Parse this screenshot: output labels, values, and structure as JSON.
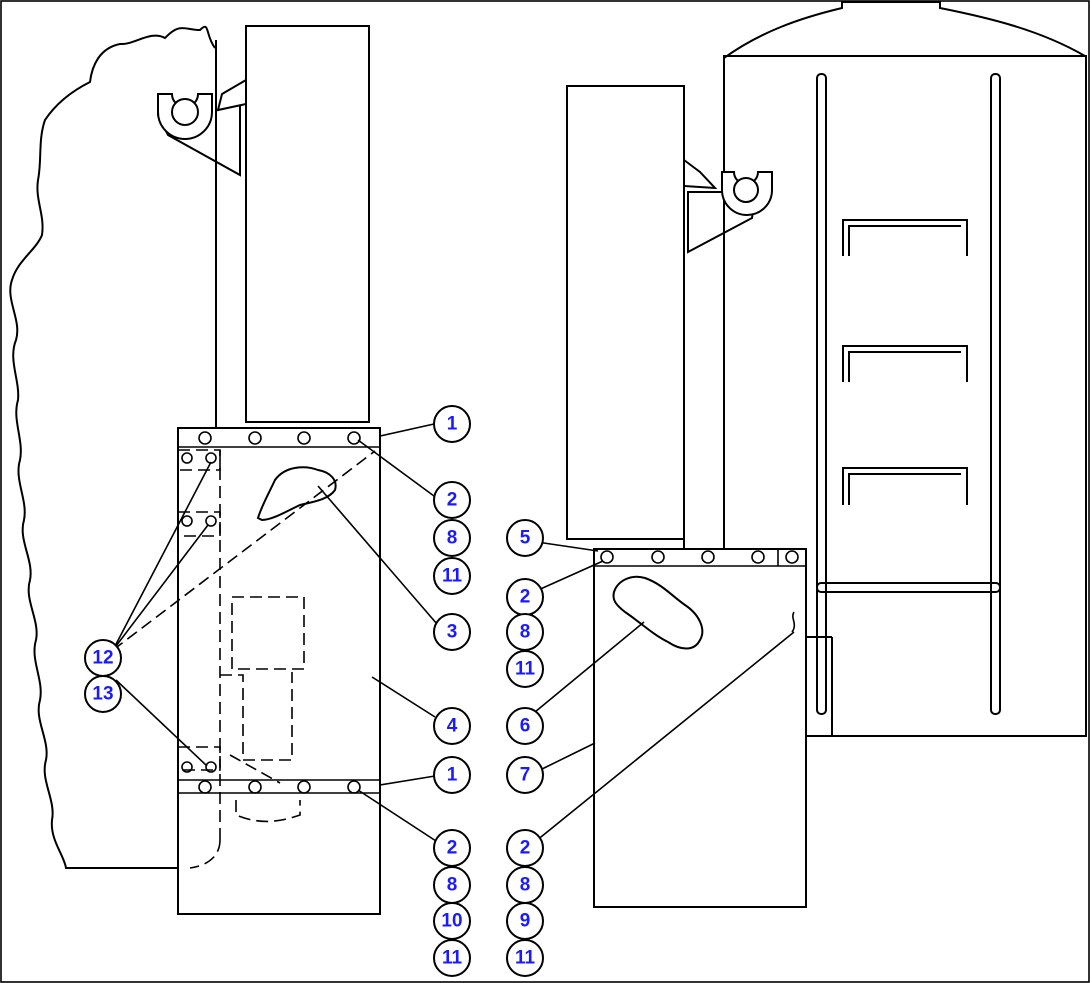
{
  "colors": {
    "callout_text": "#1a1aff",
    "line": "#000000",
    "background": "#ffffff"
  },
  "callouts": {
    "c1a": "1",
    "c2a": "2",
    "c8a": "8",
    "c11a": "11",
    "c3": "3",
    "c4": "4",
    "c1b": "1",
    "c2b": "2",
    "c8b": "8",
    "c10": "10",
    "c11b": "11",
    "c12": "12",
    "c13": "13",
    "c5": "5",
    "c2c": "2",
    "c8c": "8",
    "c11c": "11",
    "c6": "6",
    "c7": "7",
    "c2d": "2",
    "c8d": "8",
    "c9": "9",
    "c11d": "11"
  }
}
